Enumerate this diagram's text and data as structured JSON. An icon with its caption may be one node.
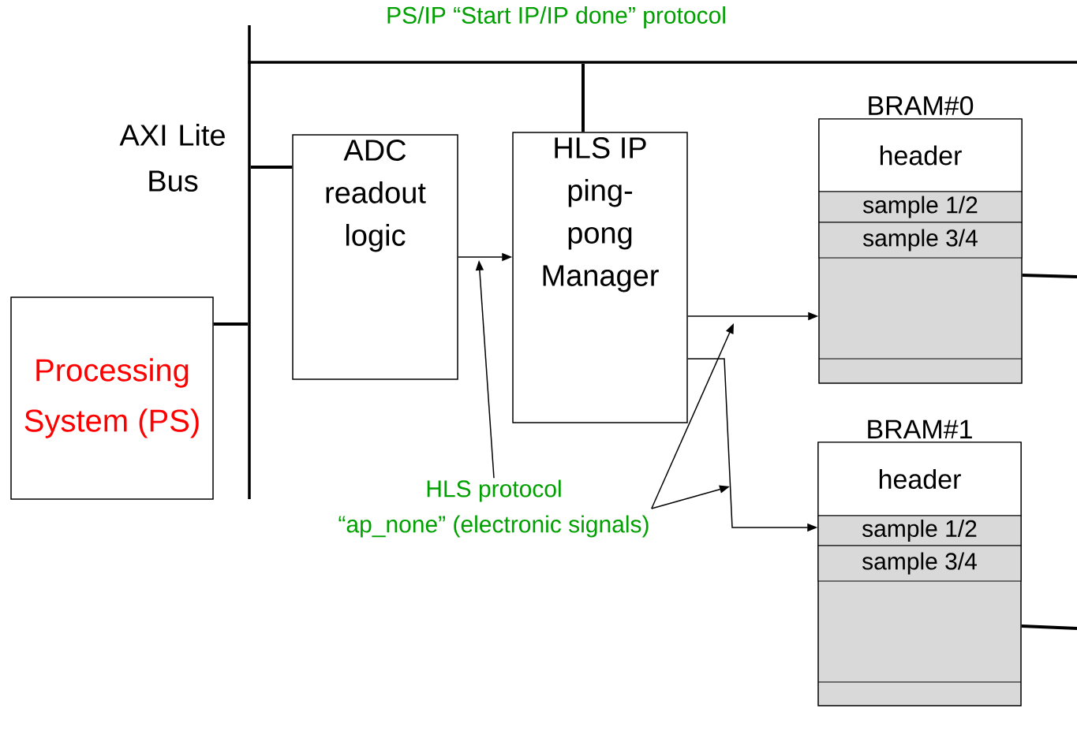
{
  "diagram": {
    "nodes": [
      {
        "text": [
          "Processing System (PS)"
        ]
      },
      {
        "text": [
          "AXI Lite Bus"
        ]
      },
      {
        "text": [
          "ADC readout logic"
        ]
      },
      {
        "text": [
          "HLS IP ping-pong Manager"
        ]
      },
      {
        "text": [
          "BRAM#0"
        ]
      },
      {
        "text": [
          "header"
        ],
        "in": 4
      },
      {
        "text": [
          "sample 1/2"
        ],
        "in": 4
      },
      {
        "text": [
          "sample 3/4"
        ],
        "in": 4
      },
      {
        "text": [
          "BRAM#1"
        ]
      },
      {
        "text": [
          "header"
        ],
        "in": 8
      },
      {
        "text": [
          "sample 1/2"
        ],
        "in": 8
      },
      {
        "text": [
          "sample 3/4"
        ],
        "in": 8
      },
      {
        "text": [
          "HLS protocol",
          "“ap_none” (electronic signals)"
        ]
      },
      {
        "text": [],
        "shape": "bar"
      }
    ],
    "edges": [
      {
        "from": 0,
        "to": 1,
        "arrow": "none",
        "style": "thick"
      },
      {
        "from": 2,
        "to": 1,
        "arrow": "none",
        "style": "thick"
      },
      {
        "from": 3,
        "to": 13,
        "arrow": "none",
        "style": "thick"
      },
      {
        "from": 2,
        "to": 3,
        "arrow": "to"
      },
      {
        "from": 3,
        "to": 4,
        "arrow": "to"
      },
      {
        "from": 3,
        "to": 8,
        "arrow": "to"
      },
      {
        "from": 4,
        "to": null,
        "arrow": "none",
        "style": "thick"
      },
      {
        "from": 8,
        "to": null,
        "arrow": "none",
        "style": "thick"
      },
      {
        "from": 12,
        "to": null,
        "arrow": "to"
      },
      {
        "from": 12,
        "to": null,
        "arrow": "to"
      },
      {
        "from": 12,
        "to": null,
        "arrow": "to"
      }
    ],
    "labels": [
      "PS/IP “Start IP/IP done” protocol"
    ]
  }
}
